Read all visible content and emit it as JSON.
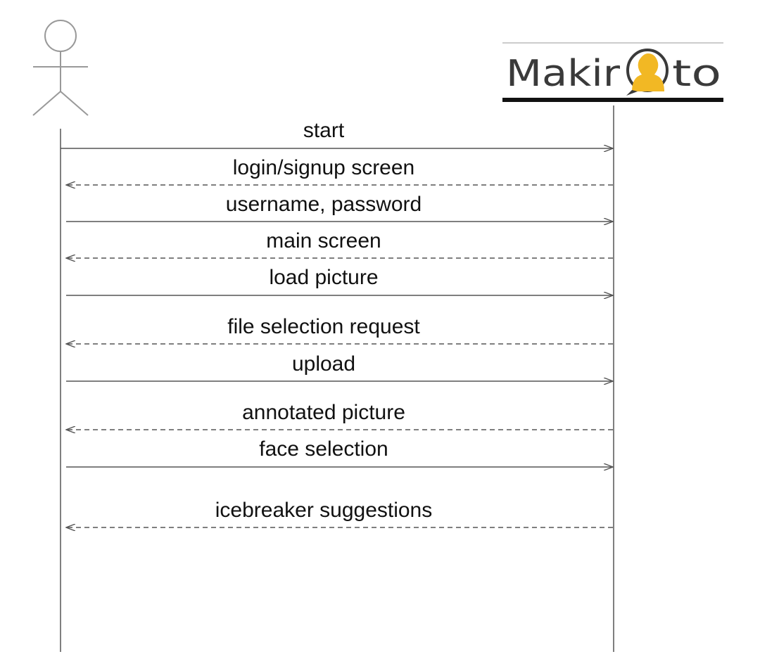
{
  "participants": {
    "user": {
      "icon": "actor-stick-figure-icon"
    },
    "system": {
      "logo_prefix": "Makir",
      "logo_suffix": "to",
      "logo_icon": "person-head-icon"
    }
  },
  "colors": {
    "line": "#555555",
    "text": "#111111",
    "logo_text": "#3a3a3a",
    "logo_accent": "#f2b824",
    "logo_bar": "#111111"
  },
  "messages": [
    {
      "label": "start",
      "kind": "request"
    },
    {
      "label": "login/signup screen",
      "kind": "response"
    },
    {
      "label": "username, password",
      "kind": "request"
    },
    {
      "label": "main screen",
      "kind": "response"
    },
    {
      "label": "load picture",
      "kind": "request"
    },
    {
      "label": "file selection request",
      "kind": "response"
    },
    {
      "label": "upload",
      "kind": "request"
    },
    {
      "label": "annotated picture",
      "kind": "response"
    },
    {
      "label": "face selection",
      "kind": "request"
    },
    {
      "label": "icebreaker suggestions",
      "kind": "response"
    }
  ]
}
